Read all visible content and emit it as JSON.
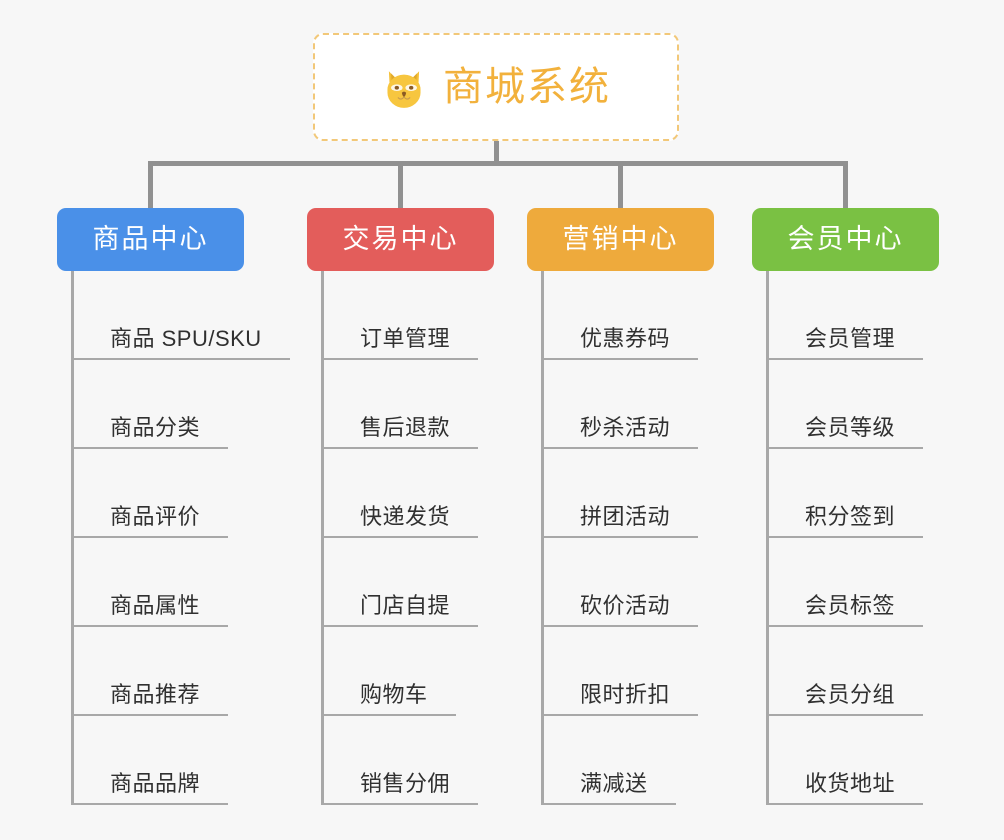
{
  "diagram": {
    "title": "商城系统",
    "root": {
      "icon": "shiba-dog-face-icon",
      "icon_glyph": "🐕",
      "label": "商城系统",
      "text_color": "#f2b13c",
      "border_color": "#f2c879",
      "background": "#ffffff"
    },
    "background_color": "#f7f7f7",
    "connector_color": "#919191",
    "leaf_line_color": "#a8a8a8",
    "leaf_text_color": "#303030",
    "columns": [
      {
        "label": "商品中心",
        "color": "#4a90e8",
        "items": [
          "商品 SPU/SKU",
          "商品分类",
          "商品评价",
          "商品属性",
          "商品推荐",
          "商品品牌"
        ]
      },
      {
        "label": "交易中心",
        "color": "#e35d5b",
        "items": [
          "订单管理",
          "售后退款",
          "快递发货",
          "门店自提",
          "购物车",
          "销售分佣"
        ]
      },
      {
        "label": "营销中心",
        "color": "#eeaa3c",
        "items": [
          "优惠券码",
          "秒杀活动",
          "拼团活动",
          "砍价活动",
          "限时折扣",
          "满减送"
        ]
      },
      {
        "label": "会员中心",
        "color": "#7ac143",
        "items": [
          "会员管理",
          "会员等级",
          "积分签到",
          "会员标签",
          "会员分组",
          "收货地址"
        ]
      }
    ]
  }
}
